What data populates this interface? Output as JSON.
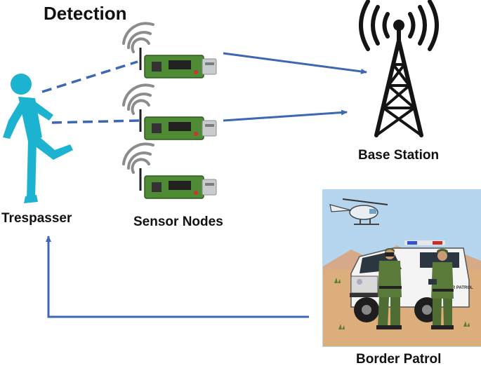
{
  "labels": {
    "detection": "Detection",
    "base_station": "Base Station",
    "trespasser": "Trespasser",
    "sensor_nodes": "Sensor Nodes",
    "border_patrol": "Border Patrol"
  },
  "patrol_scene": {
    "vehicle_door_text": "BORDER PATROL"
  },
  "colors": {
    "arrow": "#3d66b3",
    "trespasser": "#1cb3d1",
    "pcb": "#4f8a35",
    "usb": "#c9cccf",
    "tower": "#141414",
    "sky": "#b5d5ee",
    "ground": "#dcae7c",
    "uniform": "#5a7a3a"
  }
}
